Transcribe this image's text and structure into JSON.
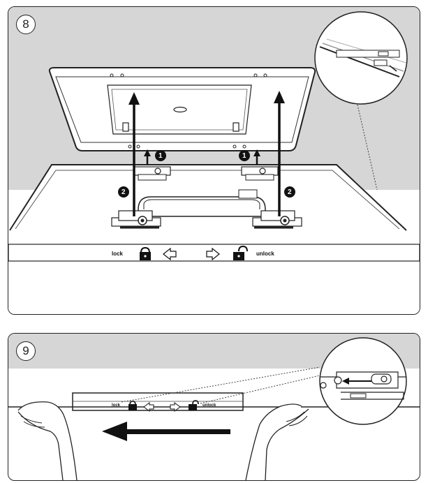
{
  "step8": {
    "number": "8",
    "lock_label": "lock",
    "unlock_label": "unlock",
    "callout_1": "1",
    "callout_2": "2"
  },
  "step9": {
    "number": "9",
    "lock_label": "lock",
    "unlock_label": "unlock"
  },
  "colors": {
    "background_gray": "#d6d6d6",
    "line": "#222222",
    "arrow": "#111111",
    "white": "#ffffff"
  }
}
